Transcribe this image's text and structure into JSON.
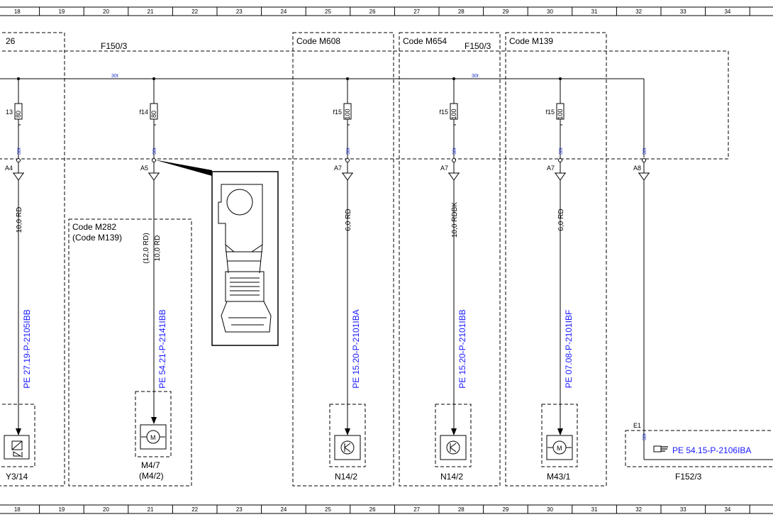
{
  "ruler": {
    "columns": [
      "18",
      "19",
      "20",
      "21",
      "22",
      "23",
      "24",
      "25",
      "26",
      "27",
      "28",
      "29",
      "30",
      "31",
      "32",
      "33",
      "34"
    ]
  },
  "frames": {
    "left_cut": "26",
    "f150_left": "F150/3",
    "m608": "Code M608",
    "m654": "Code M654",
    "f150_mid": "F150/3",
    "m139": "Code M139",
    "m282_line1": "Code M282",
    "m282_line2": "(Code M139)"
  },
  "bus": {
    "label_left": "30t",
    "label_right": "30t"
  },
  "fuses": [
    {
      "name": "13",
      "rating": "80"
    },
    {
      "name": "f14",
      "rating": "80"
    },
    {
      "name": "f15",
      "rating": "100"
    },
    {
      "name": "f15",
      "rating": "100"
    },
    {
      "name": "f15",
      "rating": "100"
    }
  ],
  "terminals": [
    "A4",
    "A5",
    "A7",
    "A7",
    "A7",
    "A8"
  ],
  "terminal_signal": "30t",
  "wires": [
    {
      "spec": "10,0 RD"
    },
    {
      "spec_line1": "(12,0 RD)",
      "spec_line2": "10,0 RD"
    },
    {
      "spec": "6,0 RD"
    },
    {
      "spec": "10,0 RDBK"
    },
    {
      "spec": "6,0 RD"
    }
  ],
  "refs": [
    "PE 27.19-P-2105IBB",
    "PE 54.21-P-2141IBB",
    "PE 15.20-P-2101IBA",
    "PE 15.20-P-2101IBB",
    "PE 07.08-P-2101IBF"
  ],
  "components": {
    "y3": "Y3/14",
    "m4_line1": "M4/7",
    "m4_line2": "(M4/2)",
    "n14a": "N14/2",
    "n14b": "N14/2",
    "m43": "M43/1",
    "f152": "F152/3",
    "e1": "E1",
    "e1_signal": "30t",
    "e1_ref": "PE 54.15-P-2106IBA",
    "motor_glyph": "M",
    "pointer_icon": "hand-pointer-icon"
  }
}
